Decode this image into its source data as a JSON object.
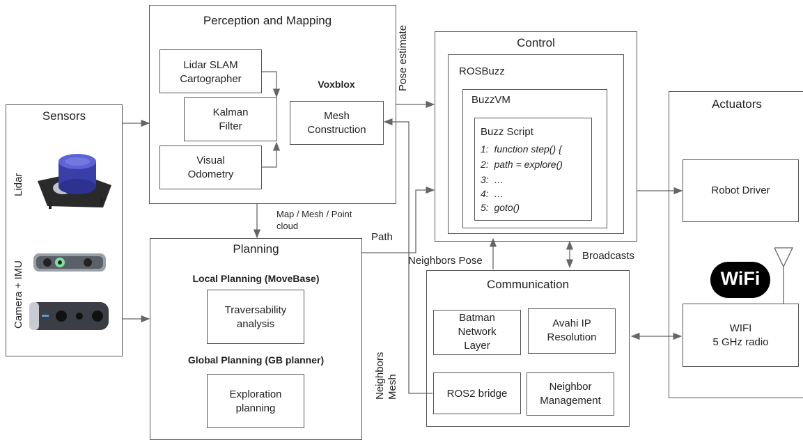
{
  "sensors": {
    "title": "Sensors",
    "lidar_label": "Lidar",
    "camera_label": "Camera + IMU"
  },
  "perception": {
    "title": "Perception and Mapping",
    "lidar_slam": "Lidar SLAM\nCartographer",
    "kalman": "Kalman\nFilter",
    "visual_odometry": "Visual\nOdometry",
    "voxblox": "Voxblox",
    "mesh_construction": "Mesh\nConstruction"
  },
  "planning": {
    "title": "Planning",
    "local": "Local Planning (MoveBase)",
    "traversability": "Traversability\nanalysis",
    "global": "Global Planning (GB planner)",
    "exploration": "Exploration\nplanning"
  },
  "control": {
    "title": "Control",
    "rosbuzz": "ROSBuzz",
    "buzzvm": "BuzzVM",
    "buzz_script": "Buzz Script",
    "code_lines": [
      "1:  function step() {",
      "2:  path = explore()",
      "3:  …",
      "4:  …",
      "5:  goto()"
    ]
  },
  "communication": {
    "title": "Communication",
    "batman": "Batman\nNetwork\nLayer",
    "avahi": "Avahi IP\nResolution",
    "ros2": "ROS2 bridge",
    "neighbor_mgmt": "Neighbor\nManagement"
  },
  "actuators": {
    "title": "Actuators",
    "robot_driver": "Robot Driver",
    "wifi": "WIFI\n5 GHz radio",
    "wifi_logo": "WiFi"
  },
  "edges": {
    "pose_estimate": "Pose estimate",
    "map_mesh": "Map / Mesh / Point\ncloud",
    "path": "Path",
    "neighbors_pose": "Neighbors Pose",
    "broadcasts": "Broadcasts",
    "neighbors_mesh": "Neighbors\nMesh"
  }
}
